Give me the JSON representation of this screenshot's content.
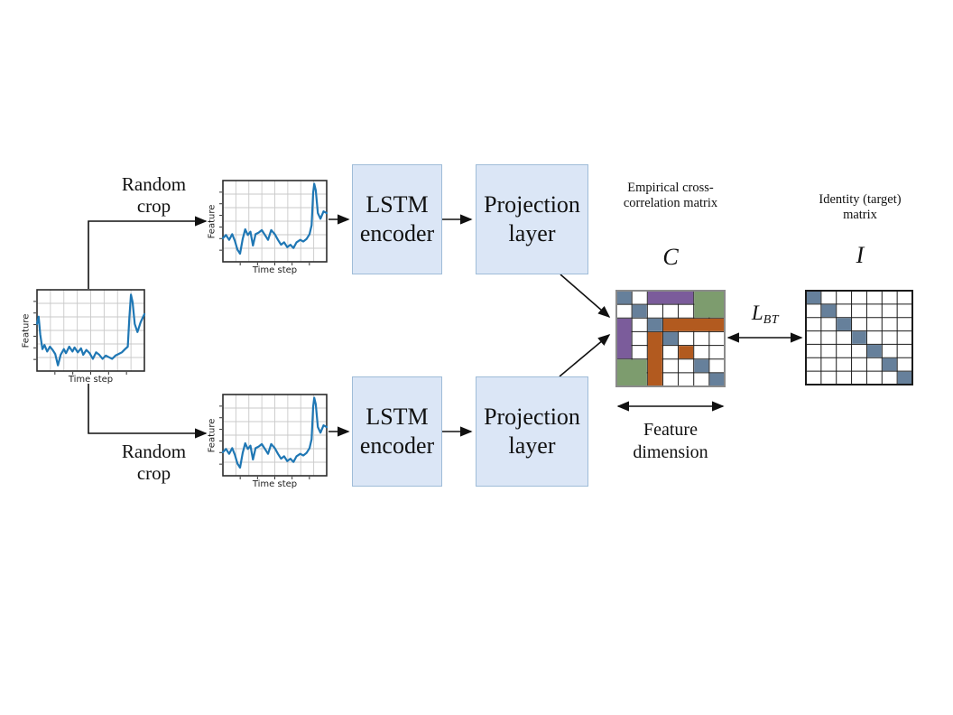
{
  "figure": {
    "background": "#ffffff",
    "text_color": "#111111"
  },
  "annotations": {
    "random_crop_top": "Random crop",
    "random_crop_bottom": "Random crop",
    "empirical_matrix_title": "Empirical cross-correlation matrix",
    "c_symbol": "C",
    "identity_matrix_title": "Identity (target) matrix",
    "i_symbol": "I",
    "loss_main": "L",
    "loss_subscript": "BT",
    "feature_dimension": "Feature dimension"
  },
  "boxes": {
    "lstm_label": "LSTM encoder",
    "projection_label": "Projection layer",
    "fill": "#dbe6f6",
    "border": "#9fbcd8"
  },
  "plots": {
    "xlabel": "Time step",
    "ylabel": "Feature",
    "line_color": "#1f77b4",
    "grid_color": "#c9c9c9",
    "frame_color": "#2b2b2b",
    "tick_color": "#333333",
    "full_series": [
      [
        0.0,
        0.42
      ],
      [
        0.015,
        0.33
      ],
      [
        0.03,
        0.55
      ],
      [
        0.05,
        0.73
      ],
      [
        0.07,
        0.68
      ],
      [
        0.095,
        0.76
      ],
      [
        0.12,
        0.7
      ],
      [
        0.145,
        0.74
      ],
      [
        0.17,
        0.79
      ],
      [
        0.195,
        0.93
      ],
      [
        0.22,
        0.8
      ],
      [
        0.25,
        0.73
      ],
      [
        0.27,
        0.78
      ],
      [
        0.3,
        0.7
      ],
      [
        0.33,
        0.76
      ],
      [
        0.35,
        0.71
      ],
      [
        0.38,
        0.77
      ],
      [
        0.41,
        0.72
      ],
      [
        0.43,
        0.8
      ],
      [
        0.46,
        0.74
      ],
      [
        0.49,
        0.78
      ],
      [
        0.52,
        0.85
      ],
      [
        0.55,
        0.77
      ],
      [
        0.58,
        0.8
      ],
      [
        0.61,
        0.85
      ],
      [
        0.64,
        0.81
      ],
      [
        0.67,
        0.83
      ],
      [
        0.7,
        0.85
      ],
      [
        0.73,
        0.81
      ],
      [
        0.76,
        0.79
      ],
      [
        0.79,
        0.77
      ],
      [
        0.82,
        0.73
      ],
      [
        0.845,
        0.7
      ],
      [
        0.86,
        0.35
      ],
      [
        0.875,
        0.06
      ],
      [
        0.89,
        0.15
      ],
      [
        0.91,
        0.42
      ],
      [
        0.935,
        0.52
      ],
      [
        0.965,
        0.4
      ],
      [
        1.0,
        0.3
      ]
    ],
    "crop_series": [
      [
        0.0,
        0.71
      ],
      [
        0.03,
        0.67
      ],
      [
        0.06,
        0.73
      ],
      [
        0.09,
        0.66
      ],
      [
        0.115,
        0.74
      ],
      [
        0.14,
        0.85
      ],
      [
        0.165,
        0.9
      ],
      [
        0.19,
        0.72
      ],
      [
        0.215,
        0.6
      ],
      [
        0.24,
        0.67
      ],
      [
        0.265,
        0.63
      ],
      [
        0.29,
        0.8
      ],
      [
        0.315,
        0.66
      ],
      [
        0.345,
        0.64
      ],
      [
        0.375,
        0.61
      ],
      [
        0.405,
        0.67
      ],
      [
        0.435,
        0.73
      ],
      [
        0.465,
        0.61
      ],
      [
        0.5,
        0.66
      ],
      [
        0.53,
        0.73
      ],
      [
        0.56,
        0.79
      ],
      [
        0.59,
        0.76
      ],
      [
        0.62,
        0.82
      ],
      [
        0.65,
        0.79
      ],
      [
        0.68,
        0.83
      ],
      [
        0.71,
        0.76
      ],
      [
        0.745,
        0.73
      ],
      [
        0.775,
        0.75
      ],
      [
        0.805,
        0.72
      ],
      [
        0.835,
        0.66
      ],
      [
        0.855,
        0.55
      ],
      [
        0.87,
        0.15
      ],
      [
        0.88,
        0.04
      ],
      [
        0.895,
        0.12
      ],
      [
        0.915,
        0.4
      ],
      [
        0.94,
        0.47
      ],
      [
        0.97,
        0.38
      ],
      [
        1.0,
        0.4
      ]
    ]
  },
  "matrix_c": {
    "rows": 7,
    "cols": 7,
    "border_color": "#8a8a8a",
    "grid_color": "#1a1a1a",
    "cell_colors": {
      "blue": "#66809b",
      "purple": "#7b5c9b",
      "green": "#7d9c6e",
      "orange": "#b25a1f",
      "white": "#ffffff"
    },
    "blocks": [
      {
        "r": 1,
        "c": 1,
        "w": 1,
        "h": 1,
        "color": "blue"
      },
      {
        "r": 1,
        "c": 3,
        "w": 3,
        "h": 1,
        "color": "purple"
      },
      {
        "r": 1,
        "c": 6,
        "w": 2,
        "h": 2,
        "color": "green"
      },
      {
        "r": 2,
        "c": 2,
        "w": 1,
        "h": 1,
        "color": "blue"
      },
      {
        "r": 3,
        "c": 1,
        "w": 1,
        "h": 3,
        "color": "purple"
      },
      {
        "r": 3,
        "c": 3,
        "w": 1,
        "h": 1,
        "color": "blue"
      },
      {
        "r": 3,
        "c": 4,
        "w": 4,
        "h": 1,
        "color": "orange"
      },
      {
        "r": 4,
        "c": 3,
        "w": 1,
        "h": 4,
        "color": "orange"
      },
      {
        "r": 4,
        "c": 4,
        "w": 1,
        "h": 1,
        "color": "blue"
      },
      {
        "r": 5,
        "c": 5,
        "w": 1,
        "h": 1,
        "color": "orange"
      },
      {
        "r": 6,
        "c": 1,
        "w": 2,
        "h": 2,
        "color": "green"
      },
      {
        "r": 6,
        "c": 6,
        "w": 1,
        "h": 1,
        "color": "blue"
      },
      {
        "r": 7,
        "c": 7,
        "w": 1,
        "h": 1,
        "color": "blue"
      }
    ]
  },
  "matrix_i": {
    "rows": 7,
    "cols": 7,
    "border_color": "#1a1a1a",
    "grid_color": "#1a1a1a",
    "cell_colors": {
      "blue": "#66809b",
      "white": "#ffffff"
    },
    "blocks": [
      {
        "r": 1,
        "c": 1,
        "w": 1,
        "h": 1,
        "color": "blue"
      },
      {
        "r": 2,
        "c": 2,
        "w": 1,
        "h": 1,
        "color": "blue"
      },
      {
        "r": 3,
        "c": 3,
        "w": 1,
        "h": 1,
        "color": "blue"
      },
      {
        "r": 4,
        "c": 4,
        "w": 1,
        "h": 1,
        "color": "blue"
      },
      {
        "r": 5,
        "c": 5,
        "w": 1,
        "h": 1,
        "color": "blue"
      },
      {
        "r": 6,
        "c": 6,
        "w": 1,
        "h": 1,
        "color": "blue"
      },
      {
        "r": 7,
        "c": 7,
        "w": 1,
        "h": 1,
        "color": "blue"
      }
    ]
  }
}
